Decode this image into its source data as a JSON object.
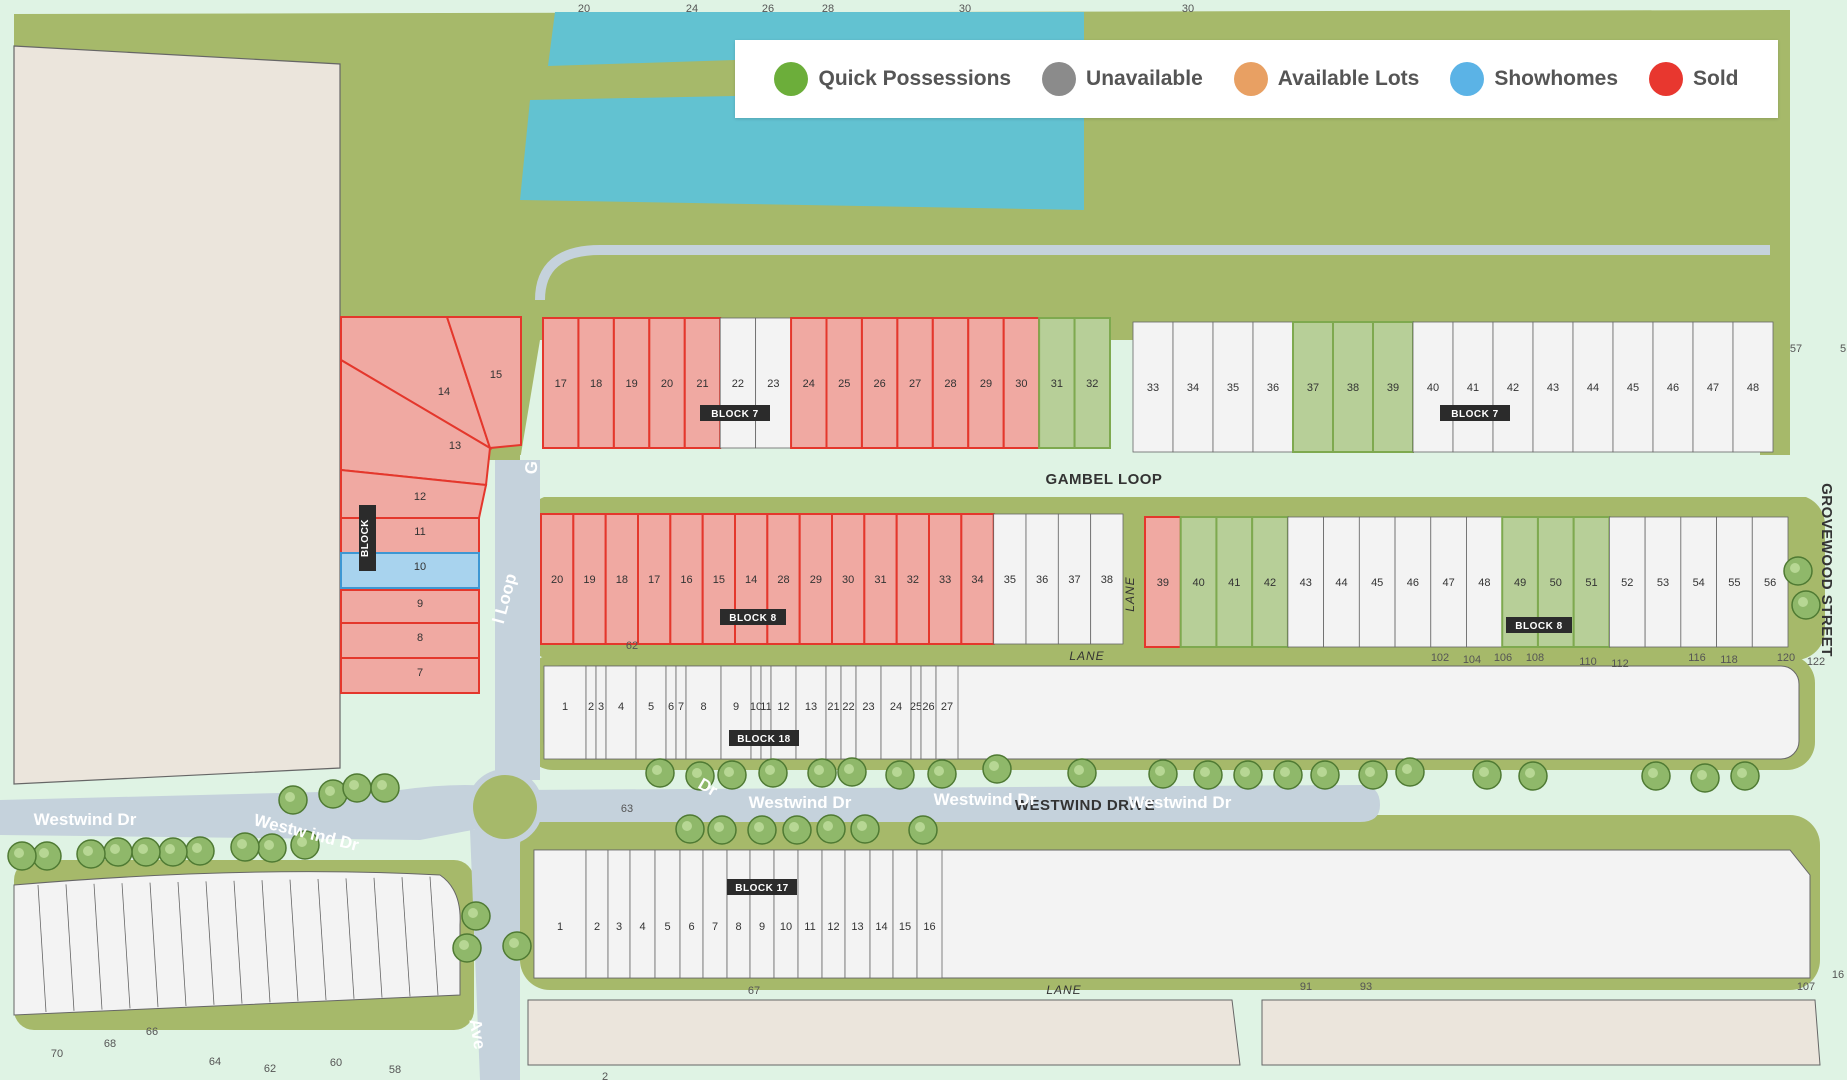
{
  "legend": [
    {
      "label": "Quick Possessions",
      "color": "#6cae3a",
      "icon": "green-dot-icon"
    },
    {
      "label": "Unavailable",
      "color": "#8b8b8b",
      "icon": "gray-dot-icon"
    },
    {
      "label": "Available Lots",
      "color": "#e8a063",
      "icon": "orange-dot-icon"
    },
    {
      "label": "Showhomes",
      "color": "#5bb3e6",
      "icon": "blue-dot-icon"
    },
    {
      "label": "Sold",
      "color": "#e8372f",
      "icon": "red-dot-icon"
    }
  ],
  "colors": {
    "sold_fill": "#f0a9a2",
    "sold_stroke": "#e4372c",
    "quick_fill": "#b7cf98",
    "quick_stroke": "#7ea94f",
    "unavail_fill": "#f3f3f3",
    "unavail_stroke": "#666666",
    "show_fill": "#a8d3ee",
    "show_stroke": "#3d97d3",
    "grass": "#a6b96a",
    "road": "#c5d2dc",
    "water": "#62c2d1",
    "bg": "#dff3e4",
    "sand": "#ebe5dc"
  },
  "streets": {
    "gambel": "GAMBEL LOOP",
    "grovewood": "GROVEWOOD STREET",
    "westwind_drive": "WESTWIND DRIVE",
    "westwind_dr": "Westwind Dr",
    "westwind_dr_partial": "Westwind Dr",
    "westwind_dr_partial2": "Westwind Dr",
    "westwind_dr_west": "Westwind Dr",
    "westwind_dr_cut": "Westw   ind Dr",
    "loop_cut": "l Loop",
    "g_letter": "G",
    "ave": "Ave",
    "dr_cut": "Dr",
    "lane": "LANE"
  },
  "block_labels": {
    "b7": "BLOCK 7",
    "b8": "BLOCK 8",
    "b18": "BLOCK 18",
    "b17": "BLOCK 17",
    "b_side": "BLOCK"
  },
  "lots": {
    "b7_west": [
      {
        "n": "17",
        "s": "sold"
      },
      {
        "n": "18",
        "s": "sold"
      },
      {
        "n": "19",
        "s": "sold"
      },
      {
        "n": "20",
        "s": "sold"
      },
      {
        "n": "21",
        "s": "sold"
      },
      {
        "n": "22",
        "s": "unavail"
      },
      {
        "n": "23",
        "s": "unavail"
      },
      {
        "n": "24",
        "s": "sold"
      },
      {
        "n": "25",
        "s": "sold"
      },
      {
        "n": "26",
        "s": "sold"
      },
      {
        "n": "27",
        "s": "sold"
      },
      {
        "n": "28",
        "s": "sold"
      },
      {
        "n": "29",
        "s": "sold"
      },
      {
        "n": "30",
        "s": "sold"
      },
      {
        "n": "31",
        "s": "quick"
      },
      {
        "n": "32",
        "s": "quick"
      }
    ],
    "b7_east": [
      {
        "n": "33",
        "s": "unavail"
      },
      {
        "n": "34",
        "s": "unavail"
      },
      {
        "n": "35",
        "s": "unavail"
      },
      {
        "n": "36",
        "s": "unavail"
      },
      {
        "n": "37",
        "s": "quick"
      },
      {
        "n": "38",
        "s": "quick"
      },
      {
        "n": "39",
        "s": "quick"
      },
      {
        "n": "40",
        "s": "unavail"
      },
      {
        "n": "41",
        "s": "unavail"
      },
      {
        "n": "42",
        "s": "unavail"
      },
      {
        "n": "43",
        "s": "unavail"
      },
      {
        "n": "44",
        "s": "unavail"
      },
      {
        "n": "45",
        "s": "unavail"
      },
      {
        "n": "46",
        "s": "unavail"
      },
      {
        "n": "47",
        "s": "unavail"
      },
      {
        "n": "48",
        "s": "unavail"
      }
    ],
    "b8_west": [
      {
        "n": "20",
        "s": "sold"
      },
      {
        "n": "19",
        "s": "sold"
      },
      {
        "n": "18",
        "s": "sold"
      },
      {
        "n": "17",
        "s": "sold"
      },
      {
        "n": "16",
        "s": "sold"
      },
      {
        "n": "15",
        "s": "sold"
      },
      {
        "n": "14",
        "s": "sold"
      },
      {
        "n": "28",
        "s": "sold"
      },
      {
        "n": "29",
        "s": "sold"
      },
      {
        "n": "30",
        "s": "sold"
      },
      {
        "n": "31",
        "s": "sold"
      },
      {
        "n": "32",
        "s": "sold"
      },
      {
        "n": "33",
        "s": "sold"
      },
      {
        "n": "34",
        "s": "sold"
      },
      {
        "n": "35",
        "s": "unavail"
      },
      {
        "n": "36",
        "s": "unavail"
      },
      {
        "n": "37",
        "s": "unavail"
      },
      {
        "n": "38",
        "s": "unavail"
      }
    ],
    "b8_east": [
      {
        "n": "39",
        "s": "sold"
      },
      {
        "n": "40",
        "s": "quick"
      },
      {
        "n": "41",
        "s": "quick"
      },
      {
        "n": "42",
        "s": "quick"
      },
      {
        "n": "43",
        "s": "unavail"
      },
      {
        "n": "44",
        "s": "unavail"
      },
      {
        "n": "45",
        "s": "unavail"
      },
      {
        "n": "46",
        "s": "unavail"
      },
      {
        "n": "47",
        "s": "unavail"
      },
      {
        "n": "48",
        "s": "unavail"
      },
      {
        "n": "49",
        "s": "quick"
      },
      {
        "n": "50",
        "s": "quick"
      },
      {
        "n": "51",
        "s": "quick"
      },
      {
        "n": "52",
        "s": "unavail"
      },
      {
        "n": "53",
        "s": "unavail"
      },
      {
        "n": "54",
        "s": "unavail"
      },
      {
        "n": "55",
        "s": "unavail"
      },
      {
        "n": "56",
        "s": "unavail"
      }
    ],
    "west_stack": [
      {
        "n": "14",
        "s": "sold"
      },
      {
        "n": "15",
        "s": "sold"
      },
      {
        "n": "13",
        "s": "sold"
      },
      {
        "n": "12",
        "s": "sold"
      },
      {
        "n": "11",
        "s": "sold"
      },
      {
        "n": "10",
        "s": "show"
      },
      {
        "n": "9",
        "s": "sold"
      },
      {
        "n": "8",
        "s": "sold"
      },
      {
        "n": "7",
        "s": "sold"
      }
    ],
    "b18": [
      "1",
      "2",
      "3",
      "4",
      "5",
      "6",
      "7",
      "8",
      "9",
      "10",
      "11",
      "12",
      "13",
      "21",
      "22",
      "23",
      "24",
      "25",
      "26",
      "27"
    ],
    "b17": [
      "1",
      "2",
      "3",
      "4",
      "5",
      "6",
      "7",
      "8",
      "9",
      "10",
      "11",
      "12",
      "13",
      "14",
      "15",
      "16"
    ]
  },
  "addresses": {
    "top": [
      "20",
      "24",
      "26",
      "28",
      "30",
      "30"
    ],
    "right_top": [
      "57",
      "5"
    ],
    "right_mid": [
      "102",
      "104",
      "106",
      "108",
      "110",
      "112",
      "116",
      "118",
      "120",
      "122"
    ],
    "bottom_left": [
      "70",
      "68",
      "66",
      "64",
      "62",
      "60",
      "58"
    ],
    "bottom_mid": [
      "67",
      "91",
      "93",
      "107",
      "16"
    ],
    "b8_lane": "62",
    "roundabout": "63",
    "bottom_center": "2"
  }
}
